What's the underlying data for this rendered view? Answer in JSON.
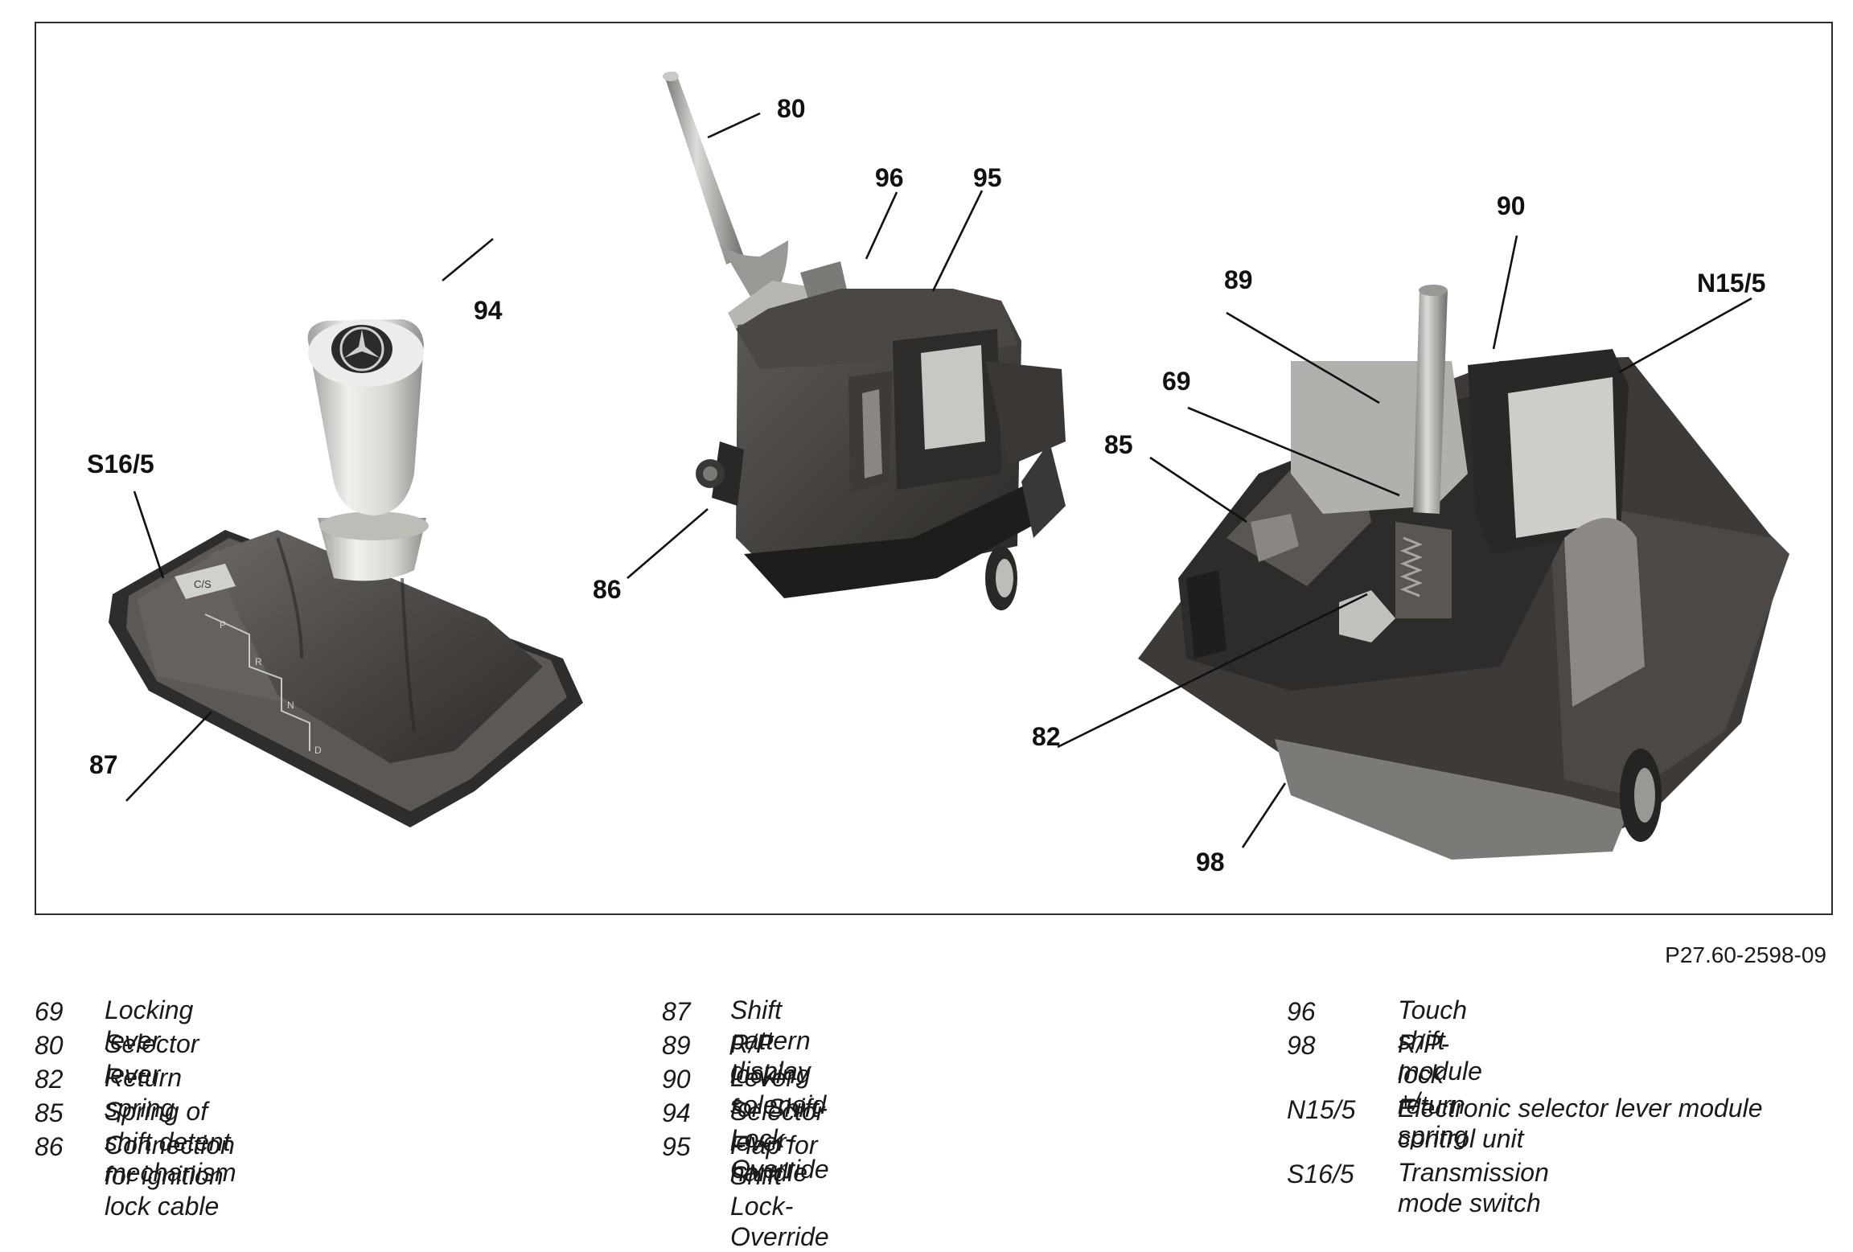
{
  "figure": {
    "callouts": {
      "c80": "80",
      "c96": "96",
      "c95": "95",
      "c94": "94",
      "cS165": "S16/5",
      "c87": "87",
      "c86": "86",
      "c90": "90",
      "c89": "89",
      "cN155": "N15/5",
      "c69": "69",
      "c85": "85",
      "c82": "82",
      "c98": "98"
    },
    "reference": "P27.60-2598-09",
    "switch_label": "C/S",
    "shift_gates": [
      "P",
      "R",
      "N",
      "D"
    ]
  },
  "legend": {
    "col1": [
      {
        "code": "69",
        "text": "Locking lever"
      },
      {
        "code": "80",
        "text": "Selector lever"
      },
      {
        "code": "82",
        "text": "Return spring"
      },
      {
        "code": "85",
        "text": "Spring of shift detent mechanism"
      },
      {
        "code": "86",
        "text": "Connection for ignition lock cable"
      }
    ],
    "col2": [
      {
        "code": "87",
        "text": "Shift pattern display"
      },
      {
        "code": "89",
        "text": "R/P locking solenoid"
      },
      {
        "code": "90",
        "text": "Lever for Shift-Lock-Override"
      },
      {
        "code": "94",
        "text": "Selector lever handle"
      },
      {
        "code": "95",
        "text": "Flap for Shift-Lock-Override"
      }
    ],
    "col3": [
      {
        "code": "96",
        "text": "Touch shift module +/-"
      },
      {
        "code": "98",
        "text": "R/P-lock return spring"
      },
      {
        "code": "N15/5",
        "text": "Electronic selector lever module control unit"
      },
      {
        "code": "S16/5",
        "text": "Transmission mode switch"
      }
    ]
  },
  "colors": {
    "frame": "#2b2b2b",
    "ink": "#111111",
    "housing_dark": "#3a3836",
    "housing_mid": "#5a5753",
    "knob": "#d8d8d4"
  }
}
